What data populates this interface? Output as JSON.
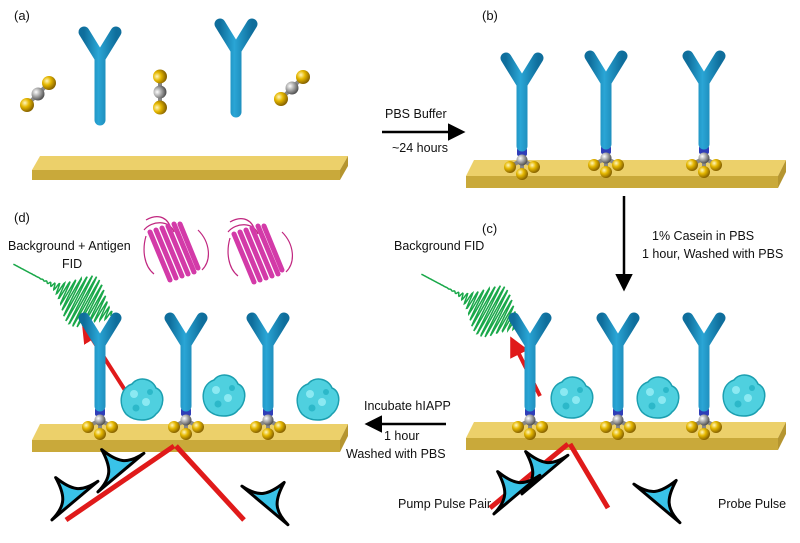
{
  "panels": {
    "a": {
      "label": "(a)"
    },
    "b": {
      "label": "(b)"
    },
    "c": {
      "label": "(c)",
      "fid_label": "Background FID"
    },
    "d": {
      "label": "(d)",
      "fid_label_line1": "Background + Antigen",
      "fid_label_line2": "FID"
    }
  },
  "steps": {
    "a_to_b": {
      "line1": "PBS Buffer",
      "line2": "~24 hours"
    },
    "b_to_c": {
      "line1": "1% Casein in PBS",
      "line2": "1 hour, Washed with PBS"
    },
    "c_to_d": {
      "line1": "Incubate hIAPP",
      "line2": "1 hour",
      "line3": "Washed with PBS"
    }
  },
  "pulse_labels": {
    "pump": "Pump Pulse Pair",
    "probe": "Probe Pulse"
  },
  "colors": {
    "antibody": "#1b8fc0",
    "antibody_dark": "#0f5f86",
    "linker_blue": "#2f3db8",
    "gold": "#e2b400",
    "gold_dark": "#9a7400",
    "carbon": "#9a9a9a",
    "surface_top": "#ecd06a",
    "surface_front": "#c9a93a",
    "casein": "#55d6e4",
    "antigen": "#d33aa8",
    "fid": "#1aa84a",
    "beam": "#e01a1a",
    "pulse_fill": "#39c3e8"
  }
}
